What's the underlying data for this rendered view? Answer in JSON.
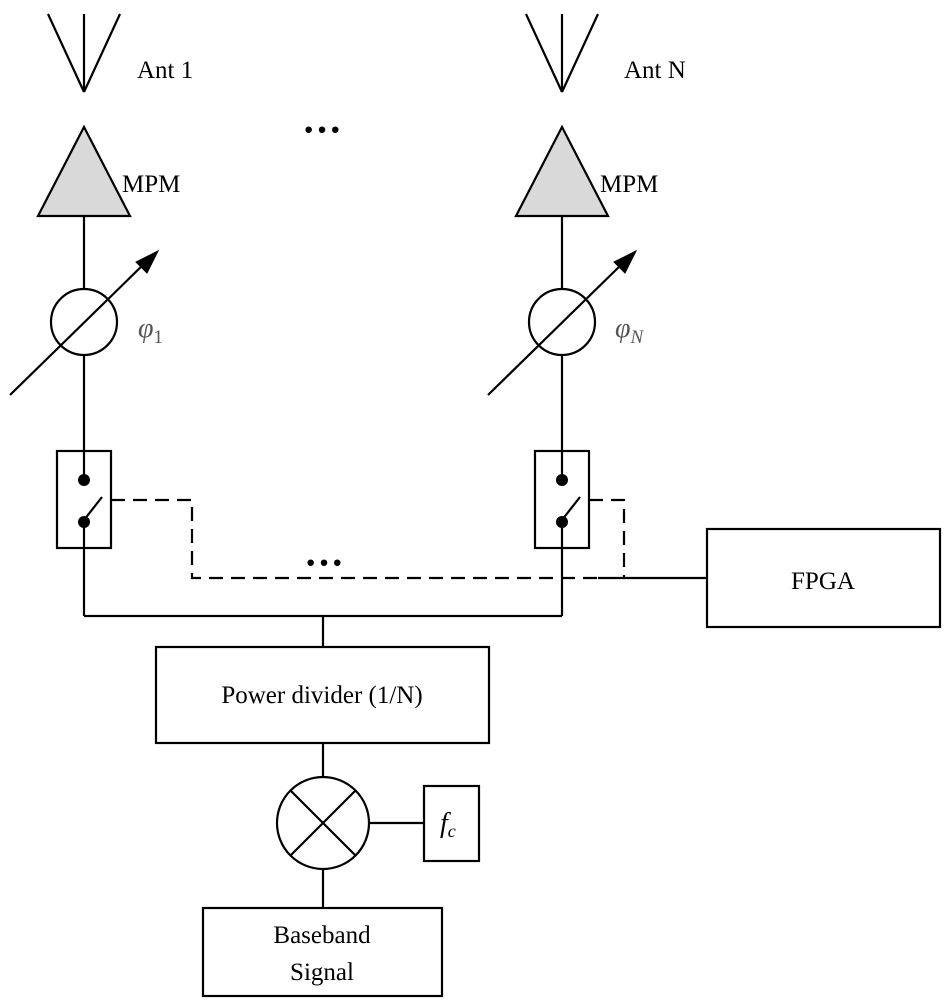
{
  "antennas": {
    "first": {
      "label": "Ant 1",
      "amp_label": "MPM",
      "phase_symbol": "φ",
      "phase_sub": "1"
    },
    "last": {
      "label": "Ant N",
      "amp_label": "MPM",
      "phase_symbol": "φ",
      "phase_sub": "N"
    },
    "ellipsis_top": "···",
    "ellipsis_bottom": "···"
  },
  "fpga": {
    "label": "FPGA"
  },
  "power_divider": {
    "label": "Power divider (1/N)"
  },
  "oscillator": {
    "symbol": "f",
    "sub": "c"
  },
  "baseband": {
    "line1": "Baseband",
    "line2": "Signal"
  },
  "colors": {
    "amplifier_fill": "#d9d9d9",
    "phase_label": "#555555"
  }
}
